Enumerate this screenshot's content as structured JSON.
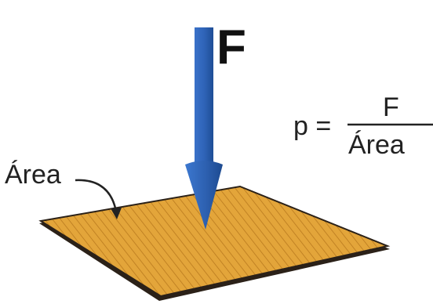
{
  "force_label": "F",
  "area_label": "Área",
  "formula": {
    "lhs": "p =",
    "numerator": "F",
    "denominator": "Área"
  },
  "colors": {
    "arrow": "#2f64b8",
    "arrow_dark": "#1f4e96",
    "plate": "#e3a53a",
    "plate_edge": "#2b2118",
    "text": "#222222"
  }
}
